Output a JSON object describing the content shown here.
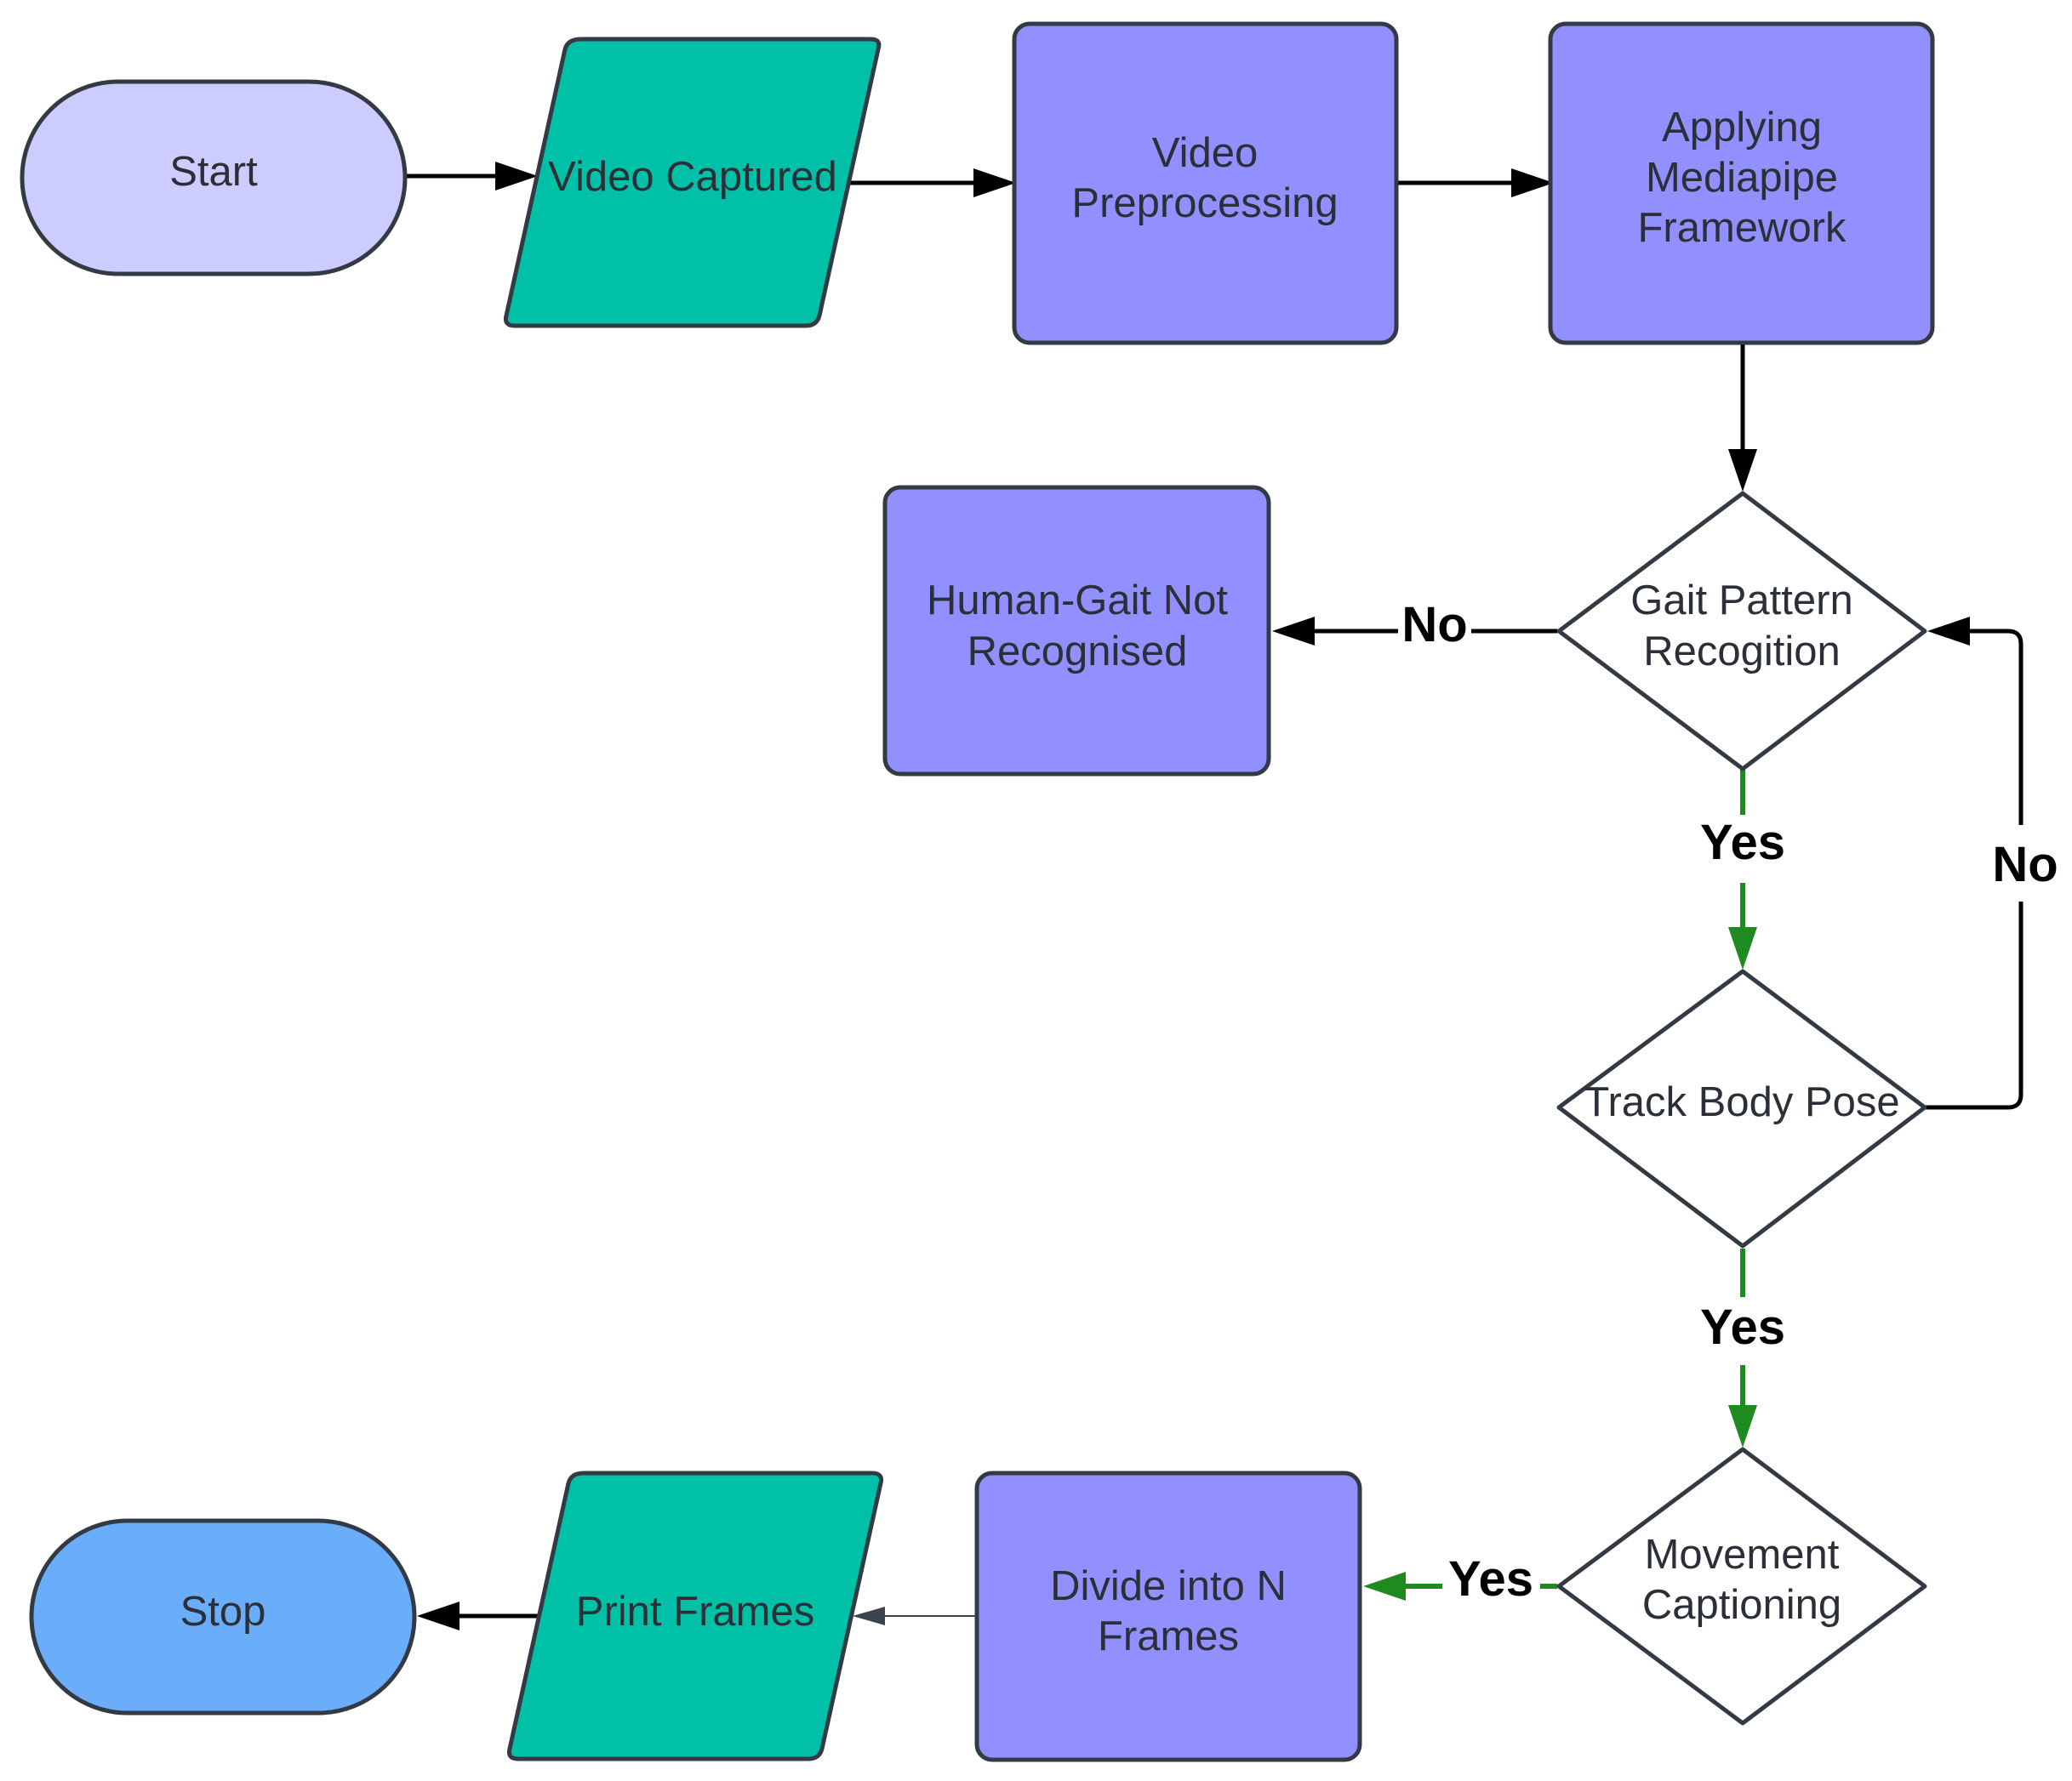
{
  "colors": {
    "terminal_start": "#ccccff",
    "terminal_stop": "#6aadfb",
    "io": "#00c1a8",
    "process": "#928ffe",
    "decision": "#ffffff",
    "outline": "#333a44",
    "arrow_default": "#000000",
    "arrow_yes": "#1f8a1f",
    "arrow_thin": "#3b4350"
  },
  "nodes": {
    "start": {
      "shape": "terminal",
      "lines": [
        "Start"
      ]
    },
    "video_captured": {
      "shape": "input-output",
      "lines": [
        "Video Captured"
      ]
    },
    "video_preprocessing": {
      "shape": "process",
      "lines": [
        "Video",
        "Preprocessing"
      ]
    },
    "applying_mediapipe": {
      "shape": "process",
      "lines": [
        "Applying",
        "Mediapipe",
        "Framework"
      ]
    },
    "gait_pattern": {
      "shape": "decision",
      "lines": [
        "Gait Pattern",
        "Recogition"
      ]
    },
    "human_gait_not_recognised": {
      "shape": "process",
      "lines": [
        "Human-Gait Not",
        "Recognised"
      ]
    },
    "track_body_pose": {
      "shape": "decision",
      "lines": [
        "Track Body Pose"
      ]
    },
    "movement_captioning": {
      "shape": "decision",
      "lines": [
        "Movement",
        "Captioning"
      ]
    },
    "divide_into_frames": {
      "shape": "process",
      "lines": [
        "Divide into N",
        "Frames"
      ]
    },
    "print_frames": {
      "shape": "input-output",
      "lines": [
        "Print Frames"
      ]
    },
    "stop": {
      "shape": "terminal",
      "lines": [
        "Stop"
      ]
    }
  },
  "edges": [
    {
      "from": "start",
      "to": "video_captured",
      "label": ""
    },
    {
      "from": "video_captured",
      "to": "video_preprocessing",
      "label": ""
    },
    {
      "from": "video_preprocessing",
      "to": "applying_mediapipe",
      "label": ""
    },
    {
      "from": "applying_mediapipe",
      "to": "gait_pattern",
      "label": ""
    },
    {
      "from": "gait_pattern",
      "to": "human_gait_not_recognised",
      "label": "No"
    },
    {
      "from": "gait_pattern",
      "to": "track_body_pose",
      "label": "Yes"
    },
    {
      "from": "track_body_pose",
      "to": "gait_pattern",
      "label": "No"
    },
    {
      "from": "track_body_pose",
      "to": "movement_captioning",
      "label": "Yes"
    },
    {
      "from": "movement_captioning",
      "to": "divide_into_frames",
      "label": "Yes"
    },
    {
      "from": "divide_into_frames",
      "to": "print_frames",
      "label": ""
    },
    {
      "from": "print_frames",
      "to": "stop",
      "label": ""
    }
  ]
}
